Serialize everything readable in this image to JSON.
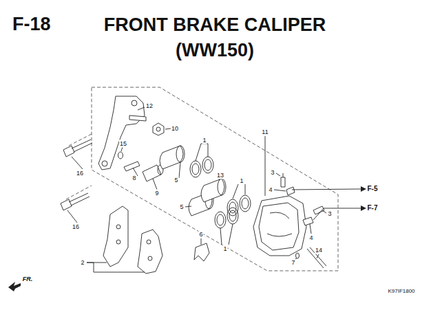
{
  "diagram": {
    "title": "FRONT BRAKE CALIPER (WW150)",
    "labels": [
      "F-18",
      "12",
      "10",
      "11",
      "15",
      "1",
      "16",
      "3",
      "8",
      "5",
      "1",
      "4",
      "13",
      "9",
      "F-5",
      "5",
      "F-7",
      "3",
      "16",
      "6",
      "1",
      "4",
      "2",
      "14",
      "7",
      "FR.",
      "K97IF1800"
    ]
  }
}
